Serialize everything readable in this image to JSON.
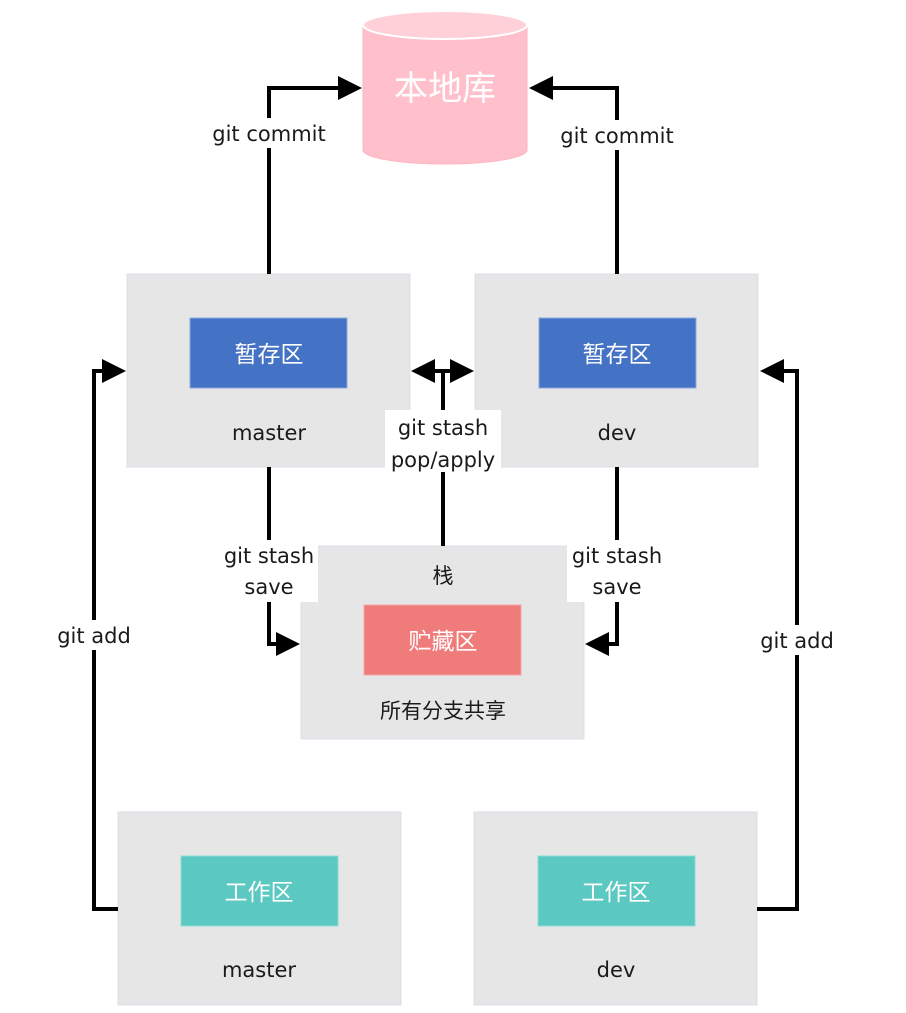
{
  "local_repo": {
    "label": "本地库"
  },
  "staging": [
    {
      "inner": "暂存区",
      "branch": "master"
    },
    {
      "inner": "暂存区",
      "branch": "dev"
    }
  ],
  "stash": {
    "top": "栈",
    "inner": "贮藏区",
    "bottom": "所有分支共享"
  },
  "working": [
    {
      "inner": "工作区",
      "branch": "master"
    },
    {
      "inner": "工作区",
      "branch": "dev"
    }
  ],
  "edges": {
    "commit_left": "git commit",
    "commit_right": "git commit",
    "pop_line1": "git stash",
    "pop_line2": "pop/apply",
    "save_left_line1": "git stash",
    "save_left_line2": "save",
    "save_right_line1": "git stash",
    "save_right_line2": "save",
    "add_left": "git add",
    "add_right": "git add"
  },
  "colors": {
    "panel": "#e6e6e6",
    "staging_box": "#4472c4",
    "stash_box": "#f07b7b",
    "working_box": "#5bc8c2",
    "cylinder": "#ffc0cb",
    "arrow": "#000000"
  }
}
